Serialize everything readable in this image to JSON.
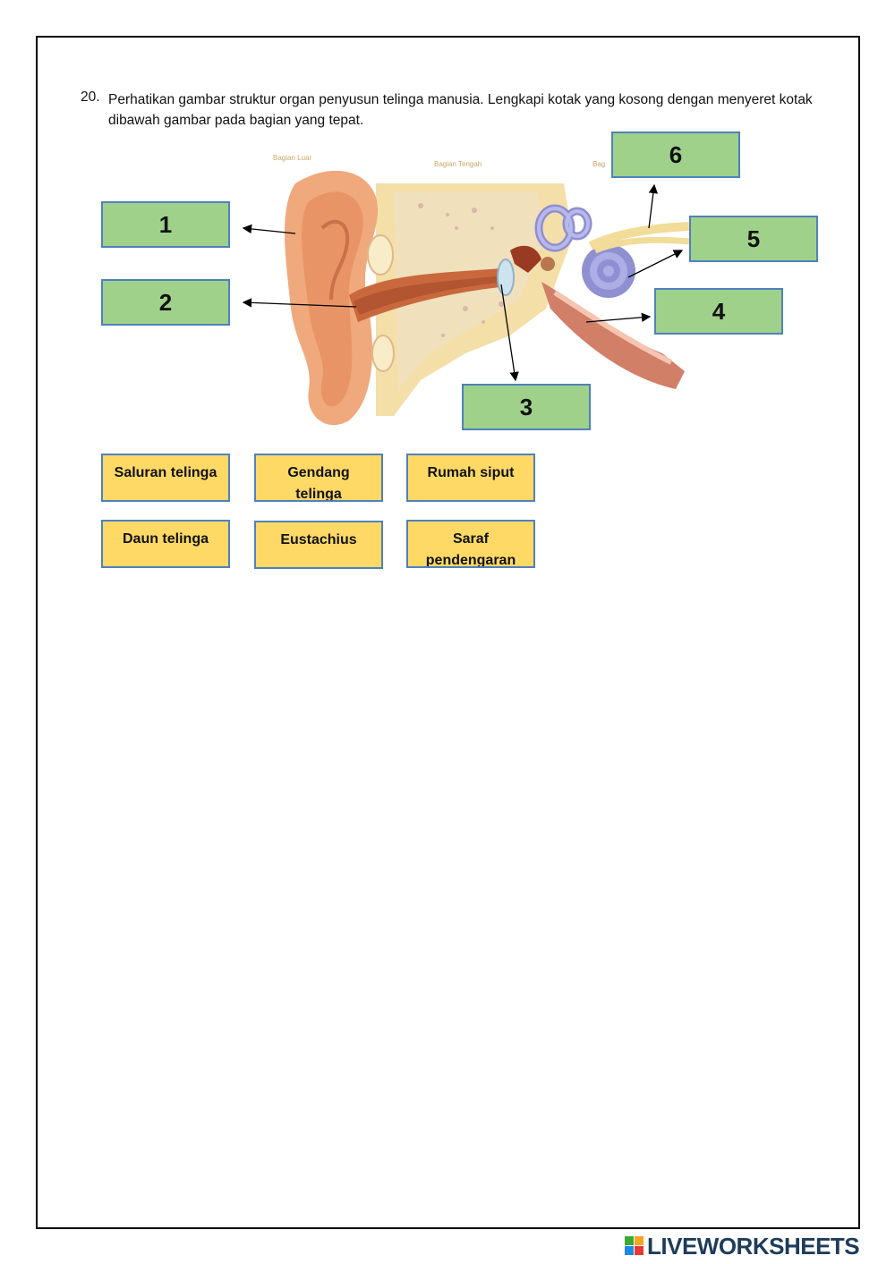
{
  "question": {
    "number": "20.",
    "text": "Perhatikan gambar struktur organ penyusun telinga manusia. Lengkapi kotak yang kosong dengan menyeret kotak dibawah gambar pada bagian yang tepat."
  },
  "illustration": {
    "section_labels": [
      "Bagian Luar",
      "Bagian Tengah",
      "Bag"
    ]
  },
  "answer_boxes": [
    "1",
    "2",
    "3",
    "4",
    "5",
    "6"
  ],
  "word_bank": [
    "Saluran telinga",
    "Gendang telinga",
    "Rumah siput",
    "Daun telinga",
    "Eustachius",
    "Saraf pendengaran"
  ],
  "colors": {
    "answer_box_fill": "#9fd18b",
    "word_box_fill": "#ffd966",
    "box_border": "#4f81bd"
  },
  "footer": {
    "brand": "LIVEWORKSHEETS"
  }
}
